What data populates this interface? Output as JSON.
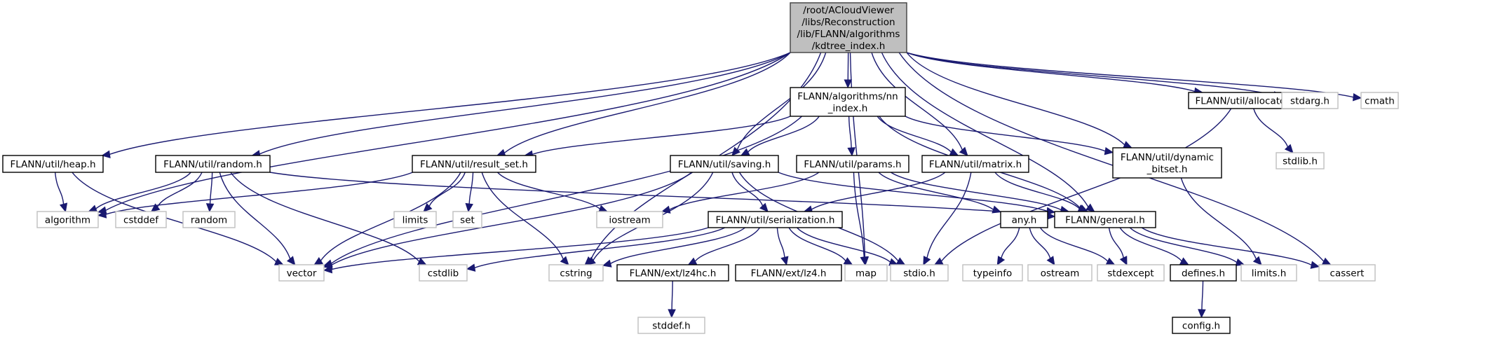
{
  "title": "Include dependency graph for kdtree_index.h",
  "colors": {
    "edge": "#191970",
    "root_fill": "#bfbfbf",
    "std_border": "#bfbfbf",
    "project_border": "#000000"
  },
  "nodes": [
    {
      "id": "root",
      "label": [
        "/root/ACloudViewer",
        "/libs/Reconstruction",
        "/lib/FLANN/algorithms",
        "/kdtree_index.h"
      ],
      "kind": "root"
    },
    {
      "id": "heap",
      "label": [
        "FLANN/util/heap.h"
      ],
      "kind": "proj"
    },
    {
      "id": "random_h",
      "label": [
        "FLANN/util/random.h"
      ],
      "kind": "proj"
    },
    {
      "id": "result_set",
      "label": [
        "FLANN/util/result_set.h"
      ],
      "kind": "proj"
    },
    {
      "id": "saving",
      "label": [
        "FLANN/util/saving.h"
      ],
      "kind": "proj"
    },
    {
      "id": "params",
      "label": [
        "FLANN/util/params.h"
      ],
      "kind": "proj"
    },
    {
      "id": "matrix",
      "label": [
        "FLANN/util/matrix.h"
      ],
      "kind": "proj"
    },
    {
      "id": "nn_index",
      "label": [
        "FLANN/algorithms/nn",
        "_index.h"
      ],
      "kind": "proj"
    },
    {
      "id": "allocator",
      "label": [
        "FLANN/util/allocator.h"
      ],
      "kind": "proj"
    },
    {
      "id": "dyn_bitset",
      "label": [
        "FLANN/util/dynamic",
        "_bitset.h"
      ],
      "kind": "proj"
    },
    {
      "id": "stdarg",
      "label": [
        "stdarg.h"
      ],
      "kind": "std"
    },
    {
      "id": "cmath",
      "label": [
        "cmath"
      ],
      "kind": "std"
    },
    {
      "id": "stdlib",
      "label": [
        "stdlib.h"
      ],
      "kind": "std"
    },
    {
      "id": "algorithm",
      "label": [
        "algorithm"
      ],
      "kind": "std"
    },
    {
      "id": "cstddef",
      "label": [
        "cstddef"
      ],
      "kind": "std"
    },
    {
      "id": "random",
      "label": [
        "random"
      ],
      "kind": "std"
    },
    {
      "id": "limits",
      "label": [
        "limits"
      ],
      "kind": "std"
    },
    {
      "id": "set",
      "label": [
        "set"
      ],
      "kind": "std"
    },
    {
      "id": "iostream",
      "label": [
        "iostream"
      ],
      "kind": "std"
    },
    {
      "id": "serialization",
      "label": [
        "FLANN/util/serialization.h"
      ],
      "kind": "proj"
    },
    {
      "id": "any",
      "label": [
        "any.h"
      ],
      "kind": "proj"
    },
    {
      "id": "general",
      "label": [
        "FLANN/general.h"
      ],
      "kind": "proj"
    },
    {
      "id": "vector",
      "label": [
        "vector"
      ],
      "kind": "std"
    },
    {
      "id": "cstdlib",
      "label": [
        "cstdlib"
      ],
      "kind": "std"
    },
    {
      "id": "cstring",
      "label": [
        "cstring"
      ],
      "kind": "std"
    },
    {
      "id": "lz4hc",
      "label": [
        "FLANN/ext/lz4hc.h"
      ],
      "kind": "proj"
    },
    {
      "id": "lz4",
      "label": [
        "FLANN/ext/lz4.h"
      ],
      "kind": "proj"
    },
    {
      "id": "map",
      "label": [
        "map"
      ],
      "kind": "std"
    },
    {
      "id": "stdio",
      "label": [
        "stdio.h"
      ],
      "kind": "std"
    },
    {
      "id": "typeinfo",
      "label": [
        "typeinfo"
      ],
      "kind": "std"
    },
    {
      "id": "ostream",
      "label": [
        "ostream"
      ],
      "kind": "std"
    },
    {
      "id": "stdexcept",
      "label": [
        "stdexcept"
      ],
      "kind": "std"
    },
    {
      "id": "defines",
      "label": [
        "defines.h"
      ],
      "kind": "proj"
    },
    {
      "id": "limits_h",
      "label": [
        "limits.h"
      ],
      "kind": "std"
    },
    {
      "id": "cassert",
      "label": [
        "cassert"
      ],
      "kind": "std"
    },
    {
      "id": "stddef",
      "label": [
        "stddef.h"
      ],
      "kind": "std"
    },
    {
      "id": "config",
      "label": [
        "config.h"
      ],
      "kind": "proj"
    }
  ],
  "edges": [
    [
      "root",
      "heap"
    ],
    [
      "root",
      "algorithm"
    ],
    [
      "root",
      "random_h"
    ],
    [
      "root",
      "result_set"
    ],
    [
      "root",
      "cstring"
    ],
    [
      "root",
      "map"
    ],
    [
      "root",
      "saving"
    ],
    [
      "root",
      "nn_index"
    ],
    [
      "root",
      "matrix"
    ],
    [
      "root",
      "general"
    ],
    [
      "root",
      "dyn_bitset"
    ],
    [
      "root",
      "allocator"
    ],
    [
      "root",
      "cassert"
    ],
    [
      "root",
      "stdarg"
    ],
    [
      "root",
      "cmath"
    ],
    [
      "heap",
      "algorithm"
    ],
    [
      "heap",
      "vector"
    ],
    [
      "random_h",
      "algorithm"
    ],
    [
      "random_h",
      "cstddef"
    ],
    [
      "random_h",
      "random"
    ],
    [
      "random_h",
      "vector"
    ],
    [
      "random_h",
      "cstdlib"
    ],
    [
      "random_h",
      "general"
    ],
    [
      "result_set",
      "algorithm"
    ],
    [
      "result_set",
      "limits"
    ],
    [
      "result_set",
      "set"
    ],
    [
      "result_set",
      "vector"
    ],
    [
      "result_set",
      "cstring"
    ],
    [
      "result_set",
      "iostream"
    ],
    [
      "nn_index",
      "vector"
    ],
    [
      "nn_index",
      "result_set"
    ],
    [
      "nn_index",
      "saving"
    ],
    [
      "nn_index",
      "params"
    ],
    [
      "nn_index",
      "matrix"
    ],
    [
      "nn_index",
      "general"
    ],
    [
      "nn_index",
      "dyn_bitset"
    ],
    [
      "saving",
      "vector"
    ],
    [
      "saving",
      "cstring"
    ],
    [
      "saving",
      "serialization"
    ],
    [
      "saving",
      "general"
    ],
    [
      "saving",
      "stdio"
    ],
    [
      "params",
      "iostream"
    ],
    [
      "params",
      "map"
    ],
    [
      "params",
      "any"
    ],
    [
      "params",
      "general"
    ],
    [
      "matrix",
      "serialization"
    ],
    [
      "matrix",
      "general"
    ],
    [
      "matrix",
      "stdio"
    ],
    [
      "allocator",
      "stdlib"
    ],
    [
      "allocator",
      "stdio"
    ],
    [
      "dyn_bitset",
      "limits_h"
    ],
    [
      "serialization",
      "vector"
    ],
    [
      "serialization",
      "cstdlib"
    ],
    [
      "serialization",
      "cstring"
    ],
    [
      "serialization",
      "lz4hc"
    ],
    [
      "serialization",
      "lz4"
    ],
    [
      "serialization",
      "map"
    ],
    [
      "serialization",
      "stdio"
    ],
    [
      "any",
      "typeinfo"
    ],
    [
      "any",
      "ostream"
    ],
    [
      "any",
      "stdexcept"
    ],
    [
      "general",
      "stdexcept"
    ],
    [
      "general",
      "defines"
    ],
    [
      "general",
      "limits_h"
    ],
    [
      "general",
      "cassert"
    ],
    [
      "lz4hc",
      "stddef"
    ],
    [
      "defines",
      "config"
    ]
  ]
}
